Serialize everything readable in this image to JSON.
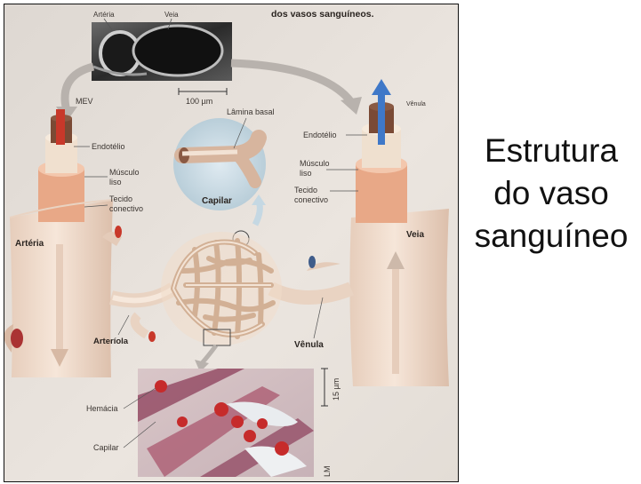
{
  "slide": {
    "title_lines": [
      "Estrutura",
      "do vaso",
      "sanguíneo"
    ]
  },
  "figure": {
    "header_text": "dos vasos sanguíneos.",
    "micrograph_top": {
      "label_artery": "Artéria",
      "label_vein": "Veia",
      "label_method": "MEV",
      "scale_bar": "100 µm"
    },
    "artery": {
      "name": "Artéria",
      "endothelium": "Endotélio",
      "muscle_lines": [
        "Músculo",
        "liso"
      ],
      "connective_lines": [
        "Tecido",
        "conectivo"
      ]
    },
    "capillary": {
      "basal_lamina": "Lâmina basal",
      "name": "Capilar"
    },
    "vein": {
      "name": "Veia",
      "venule_label": "Vênula",
      "endothelium": "Endotélio",
      "muscle_lines": [
        "Músculo",
        "liso"
      ],
      "connective_lines": [
        "Tecido",
        "conectivo"
      ]
    },
    "network": {
      "arteriole": "Arteríola",
      "venule": "Vênula"
    },
    "micrograph_bottom": {
      "red_cell": "Hemácia",
      "capillary": "Capilar",
      "scale_bar": "15 µm",
      "method": "LM"
    }
  },
  "colors": {
    "vessel_skin": "#f1dccb",
    "vessel_shade": "#d9b9a4",
    "muscle": "#e9a986",
    "artery_flow": "#c8382a",
    "vein_flow": "#3f78c8",
    "bubble": "#c9dbe6"
  }
}
